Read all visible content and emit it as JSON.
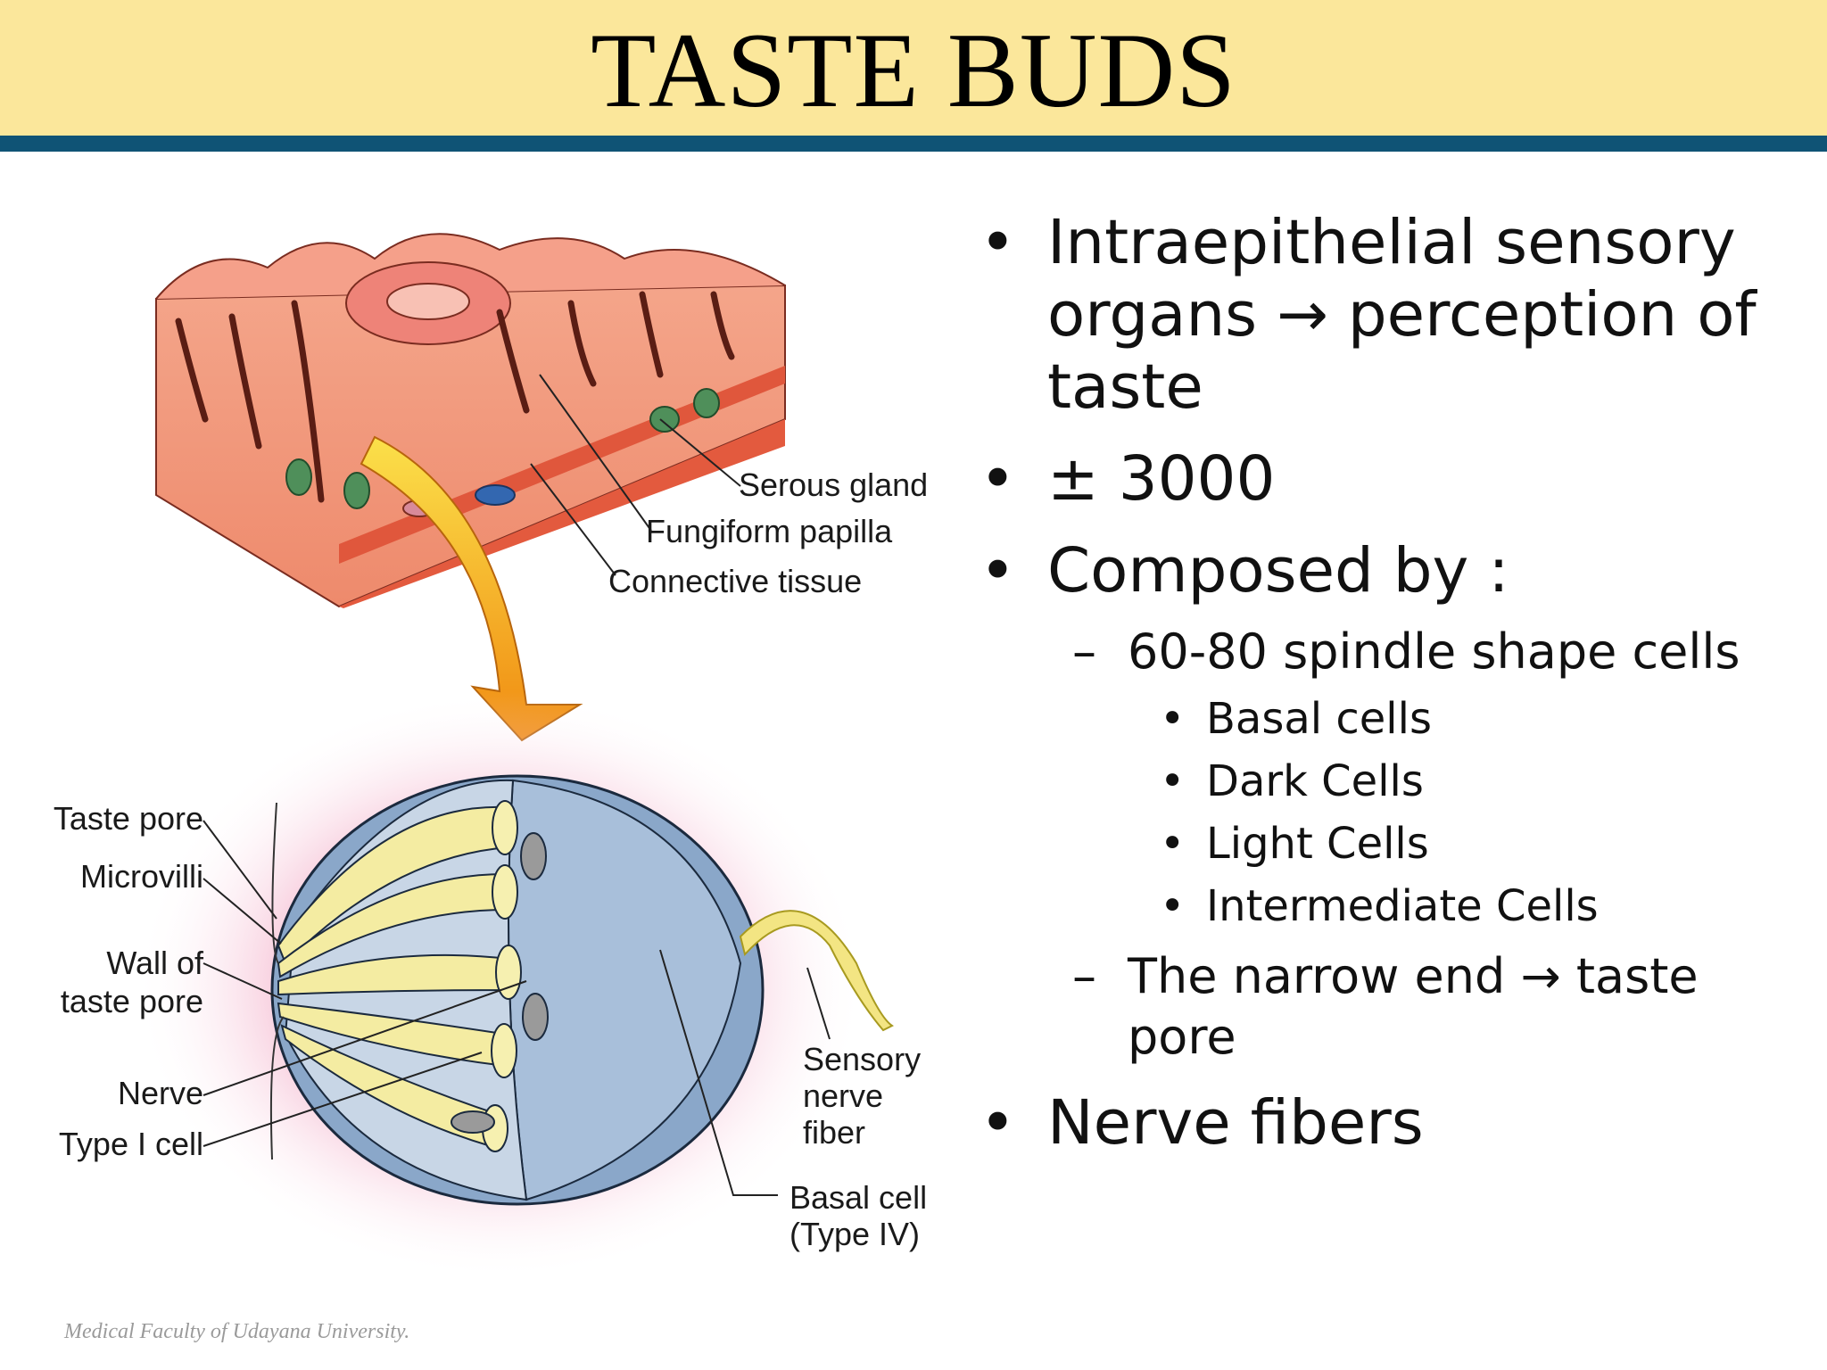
{
  "title": "TASTE BUDS",
  "diagram_labels": {
    "serous_gland": "Serous gland",
    "fungiform_papilla": "Fungiform papilla",
    "connective_tissue": "Connective tissue",
    "taste_pore": "Taste pore",
    "microvilli": "Microvilli",
    "wall_line1": "Wall of",
    "wall_line2": "taste pore",
    "nerve": "Nerve",
    "type1_cell": "Type I cell",
    "sensory_line1": "Sensory",
    "sensory_line2": "nerve",
    "sensory_line3": "fiber",
    "basal_line1": "Basal cell",
    "basal_line2": "(Type IV)"
  },
  "bullets": {
    "b1": "Intraepithelial sensory organs → perception of taste",
    "b2": "± 3000",
    "b3": "Composed by :",
    "b3_sub1": "60-80 spindle shape cells",
    "b3_sub1_items": [
      "Basal cells",
      "Dark Cells",
      "Light Cells",
      "Intermediate Cells"
    ],
    "b3_sub2": "The narrow end → taste pore",
    "b4": "Nerve fibers"
  },
  "footer": "Medical Faculty of Udayana University."
}
